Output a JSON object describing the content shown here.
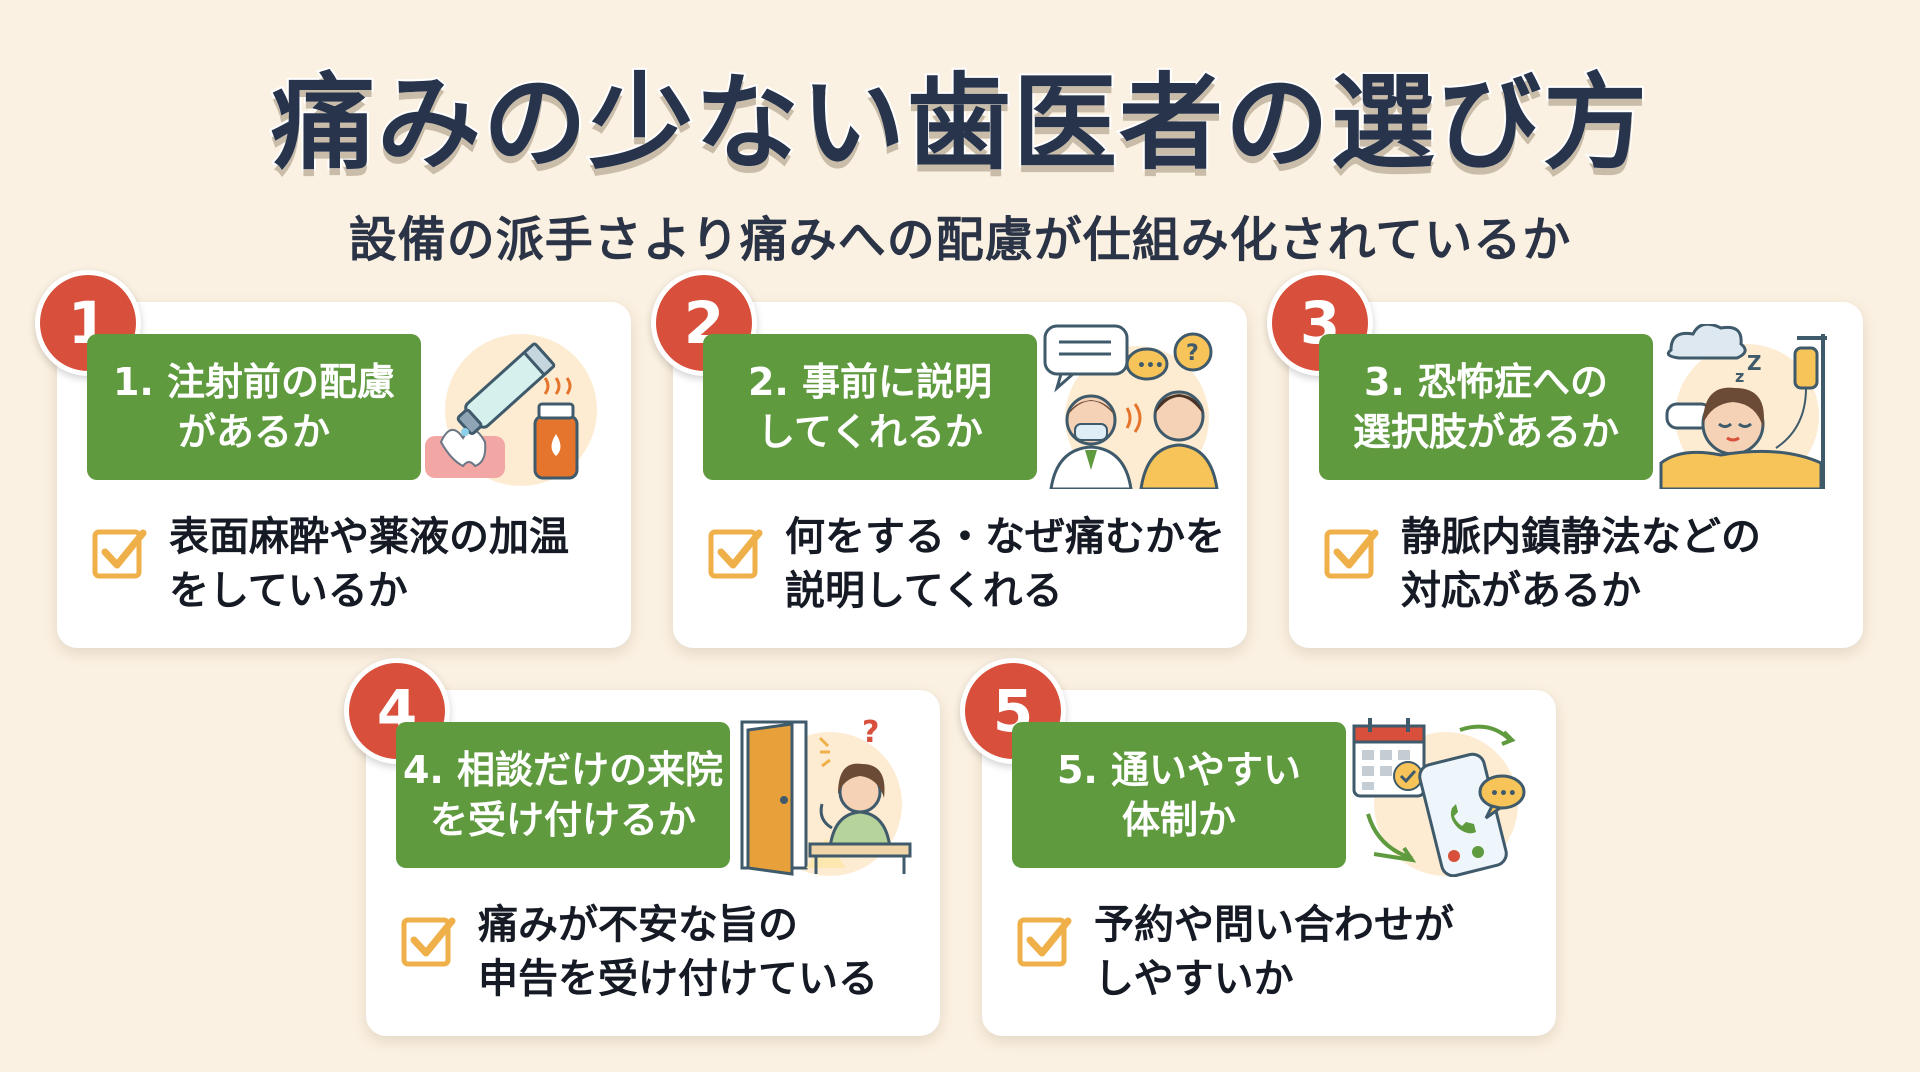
{
  "title": "痛みの少ない歯医者の選び方",
  "subtitle": "設備の派手さより痛みへの配慮が仕組み化されているか",
  "cards": [
    {
      "number": "1",
      "label_line1": "1. 注射前の配慮",
      "label_line2": "があるか",
      "desc_line1": "表面麻酔や薬液の加温",
      "desc_line2": "をしているか",
      "icon": "anesthetic-tube-icon"
    },
    {
      "number": "2",
      "label_line1": "2. 事前に説明",
      "label_line2": "してくれるか",
      "desc_line1": "何をする・なぜ痛むかを",
      "desc_line2": "説明してくれる",
      "icon": "doctor-patient-conversation-icon"
    },
    {
      "number": "3",
      "label_line1": "3. 恐怖症への",
      "label_line2": "選択肢があるか",
      "desc_line1": "静脈内鎮静法などの",
      "desc_line2": "対応があるか",
      "icon": "sedated-patient-icon"
    },
    {
      "number": "4",
      "label_line1": "4. 相談だけの来院",
      "label_line2": "を受け付けるか",
      "desc_line1": "痛みが不安な旨の",
      "desc_line2": "申告を受け付けている",
      "icon": "reception-door-icon"
    },
    {
      "number": "5",
      "label_line1": "5. 通いやすい",
      "label_line2": "体制か",
      "desc_line1": "予約や問い合わせが",
      "desc_line2": "しやすいか",
      "icon": "calendar-phone-icon"
    }
  ],
  "colors": {
    "background": "#fbf1e2",
    "accent_green": "#5f9a3f",
    "badge_red": "#d8503c",
    "check_orange": "#efb04a",
    "title_navy": "#27344b"
  }
}
